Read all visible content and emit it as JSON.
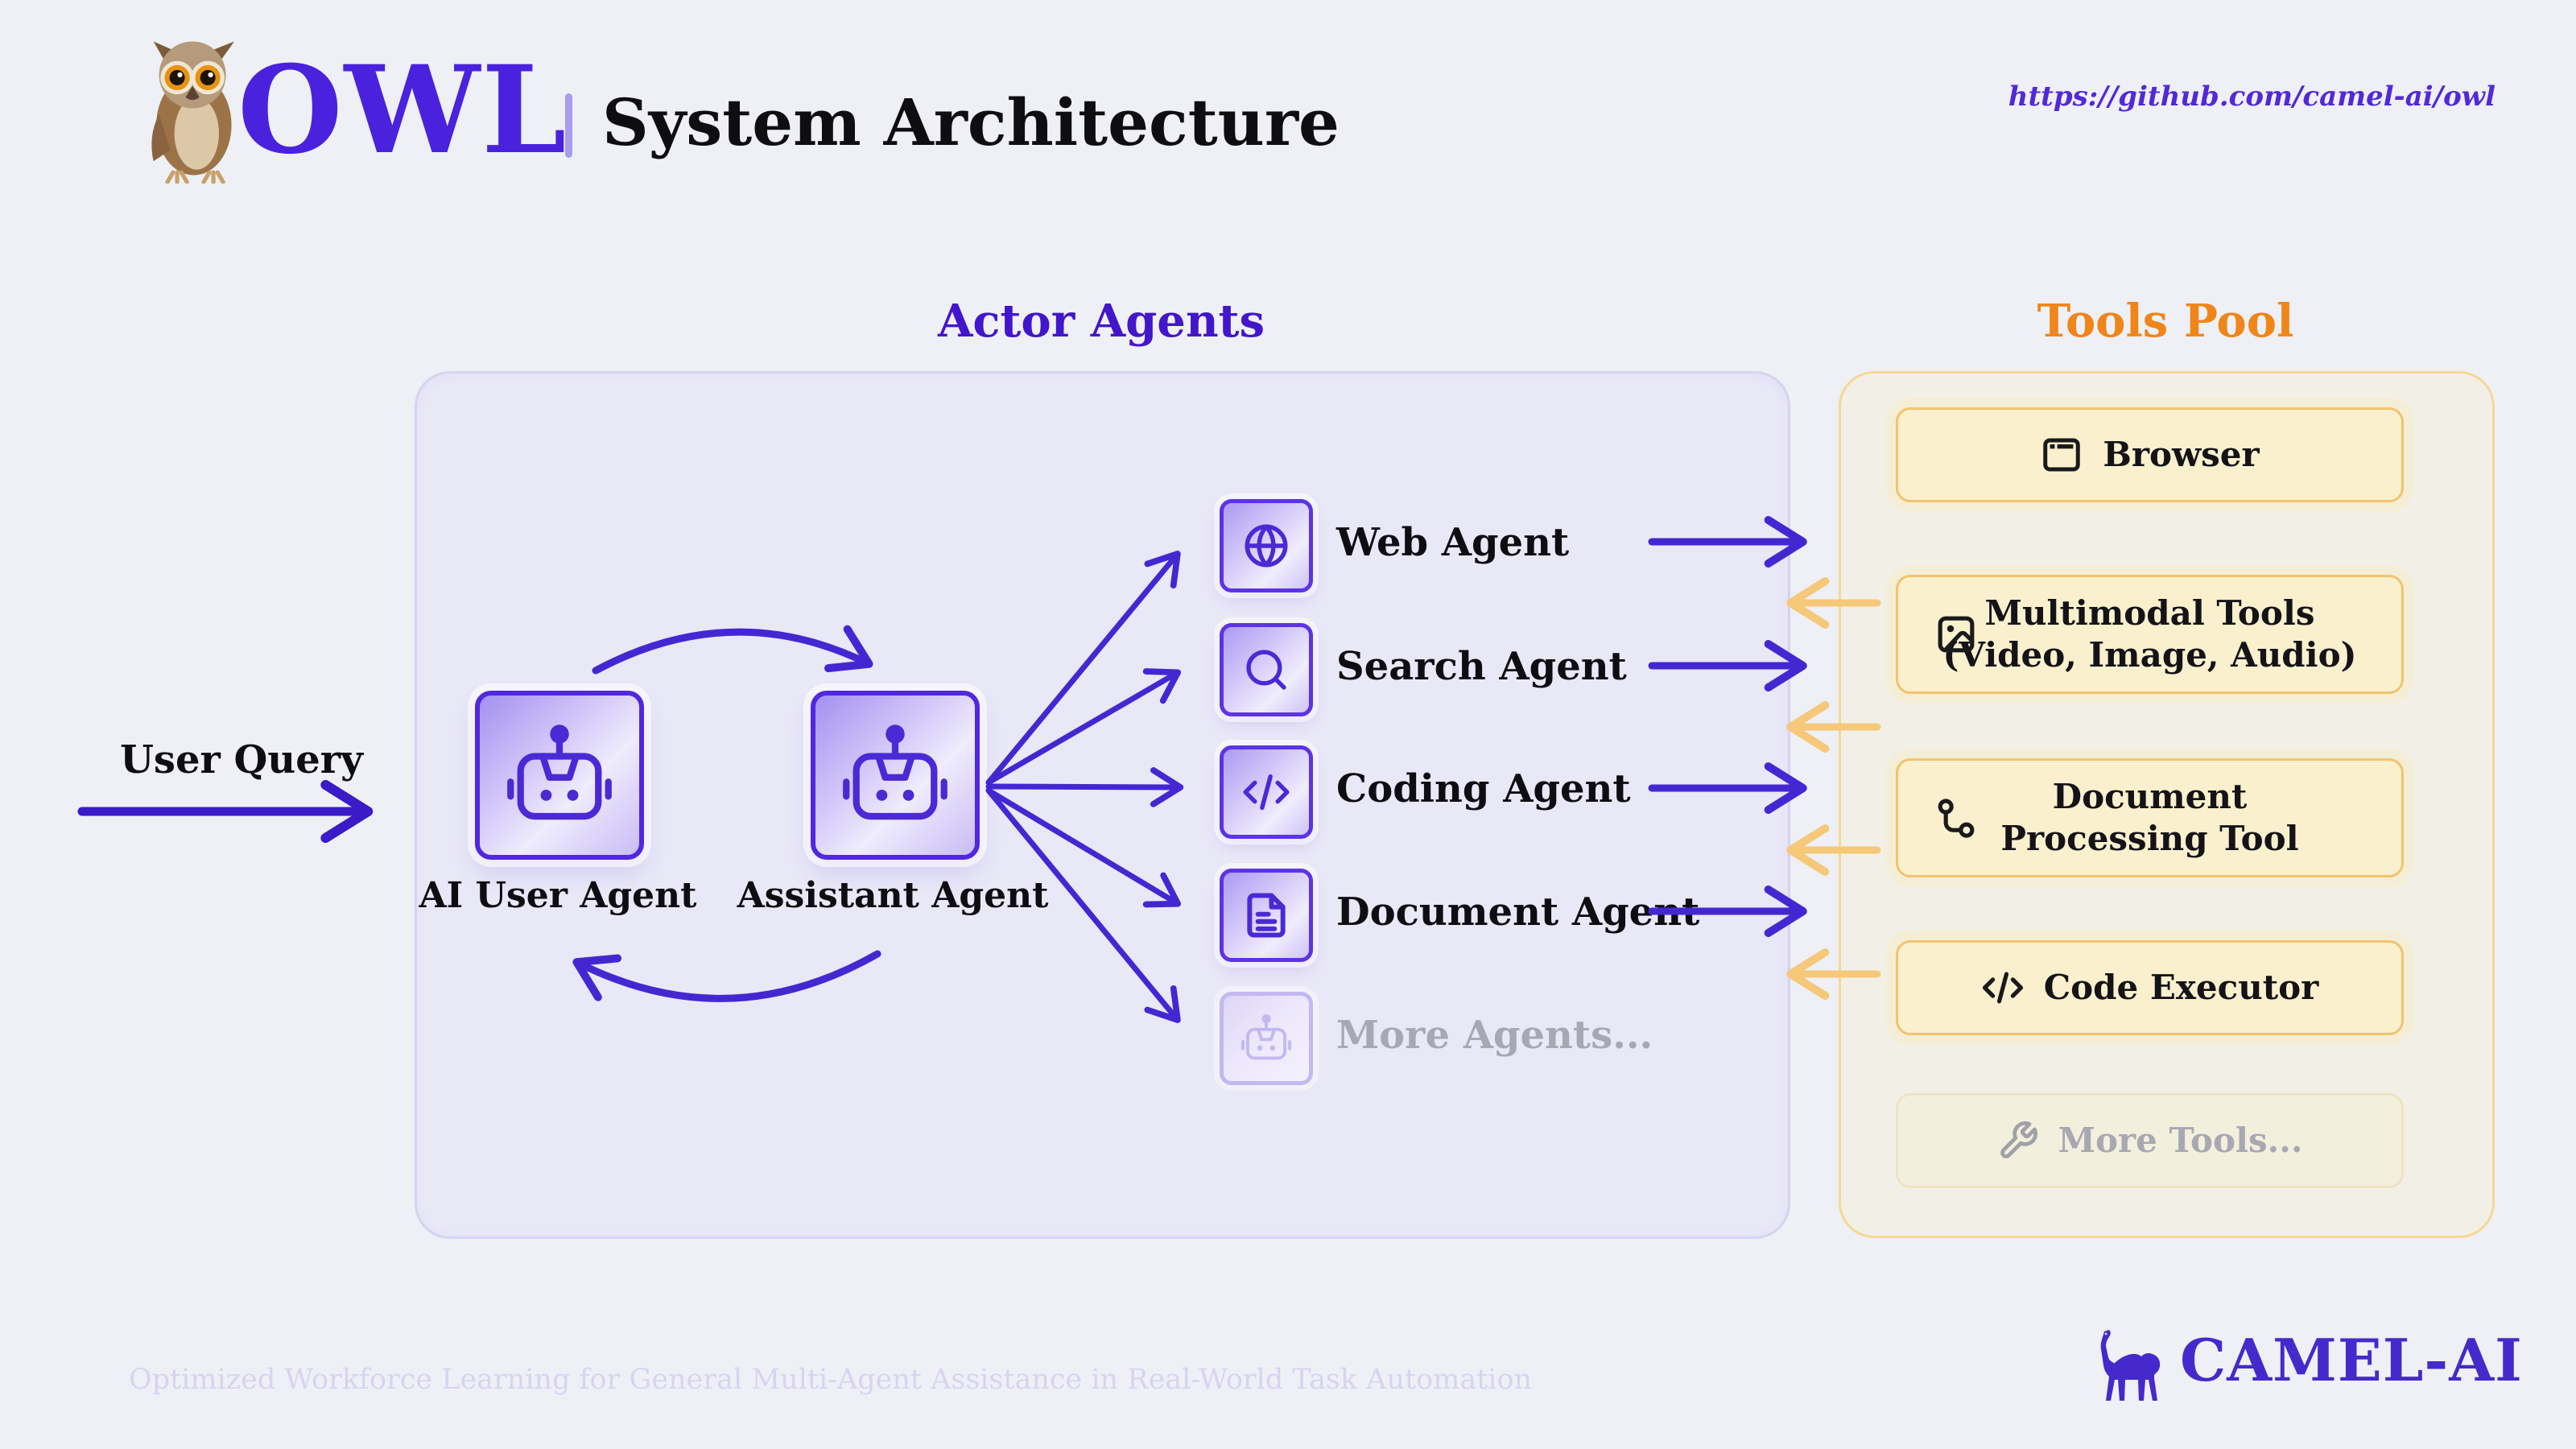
{
  "header": {
    "logo": "OWL",
    "logo_icon": "owl-icon",
    "title": "System Architecture",
    "link": "https://github.com/camel-ai/owl"
  },
  "actor_agents": {
    "title": "Actor Agents",
    "input_label": "User Query",
    "main_agents": [
      {
        "label": "AI User Agent",
        "icon": "robot-icon"
      },
      {
        "label": "Assistant Agent",
        "icon": "robot-icon"
      }
    ],
    "sub_agents": [
      {
        "label": "Web Agent",
        "icon": "globe-icon"
      },
      {
        "label": "Search Agent",
        "icon": "search-icon"
      },
      {
        "label": "Coding Agent",
        "icon": "code-icon"
      },
      {
        "label": "Document Agent",
        "icon": "document-icon"
      },
      {
        "label": "More Agents...",
        "icon": "robot-icon",
        "muted": true
      }
    ]
  },
  "tools_pool": {
    "title": "Tools Pool",
    "tools": [
      {
        "line1": "Browser",
        "icon": "browser-window-icon"
      },
      {
        "line1": "Multimodal Tools",
        "line2": "(Video, Image, Audio)",
        "icon": "image-icon"
      },
      {
        "line1": "Document",
        "line2": "Processing Tool",
        "icon": "route-icon"
      },
      {
        "line1": "Code Executor",
        "icon": "code-icon"
      },
      {
        "line1": "More Tools...",
        "icon": "wrench-icon",
        "muted": true
      }
    ]
  },
  "footer": {
    "tagline": "Optimized Workforce Learning for General Multi-Agent Assistance in Real-World Task Automation",
    "brand": "CAMEL-AI",
    "brand_icon": "camel-icon"
  },
  "colors": {
    "background": "#eef0f6",
    "accent_purple": "#4a22dd",
    "arrow_purple": "#4527d2",
    "dark_arrow_purple": "#3b1ac8",
    "tile_border_purple": "#5127e0",
    "panel_lavender": "#e9e8f7",
    "tools_title_orange": "#f08519",
    "panel_cream": "#f2f0e6",
    "card_cream": "#faf0cd",
    "card_border_orange": "#f2c36e",
    "arrow_orange": "#f5c87a",
    "muted_gray": "#a8a8b2",
    "footer_lavender": "#d8d3f0",
    "brand_purple": "#4629cc"
  }
}
